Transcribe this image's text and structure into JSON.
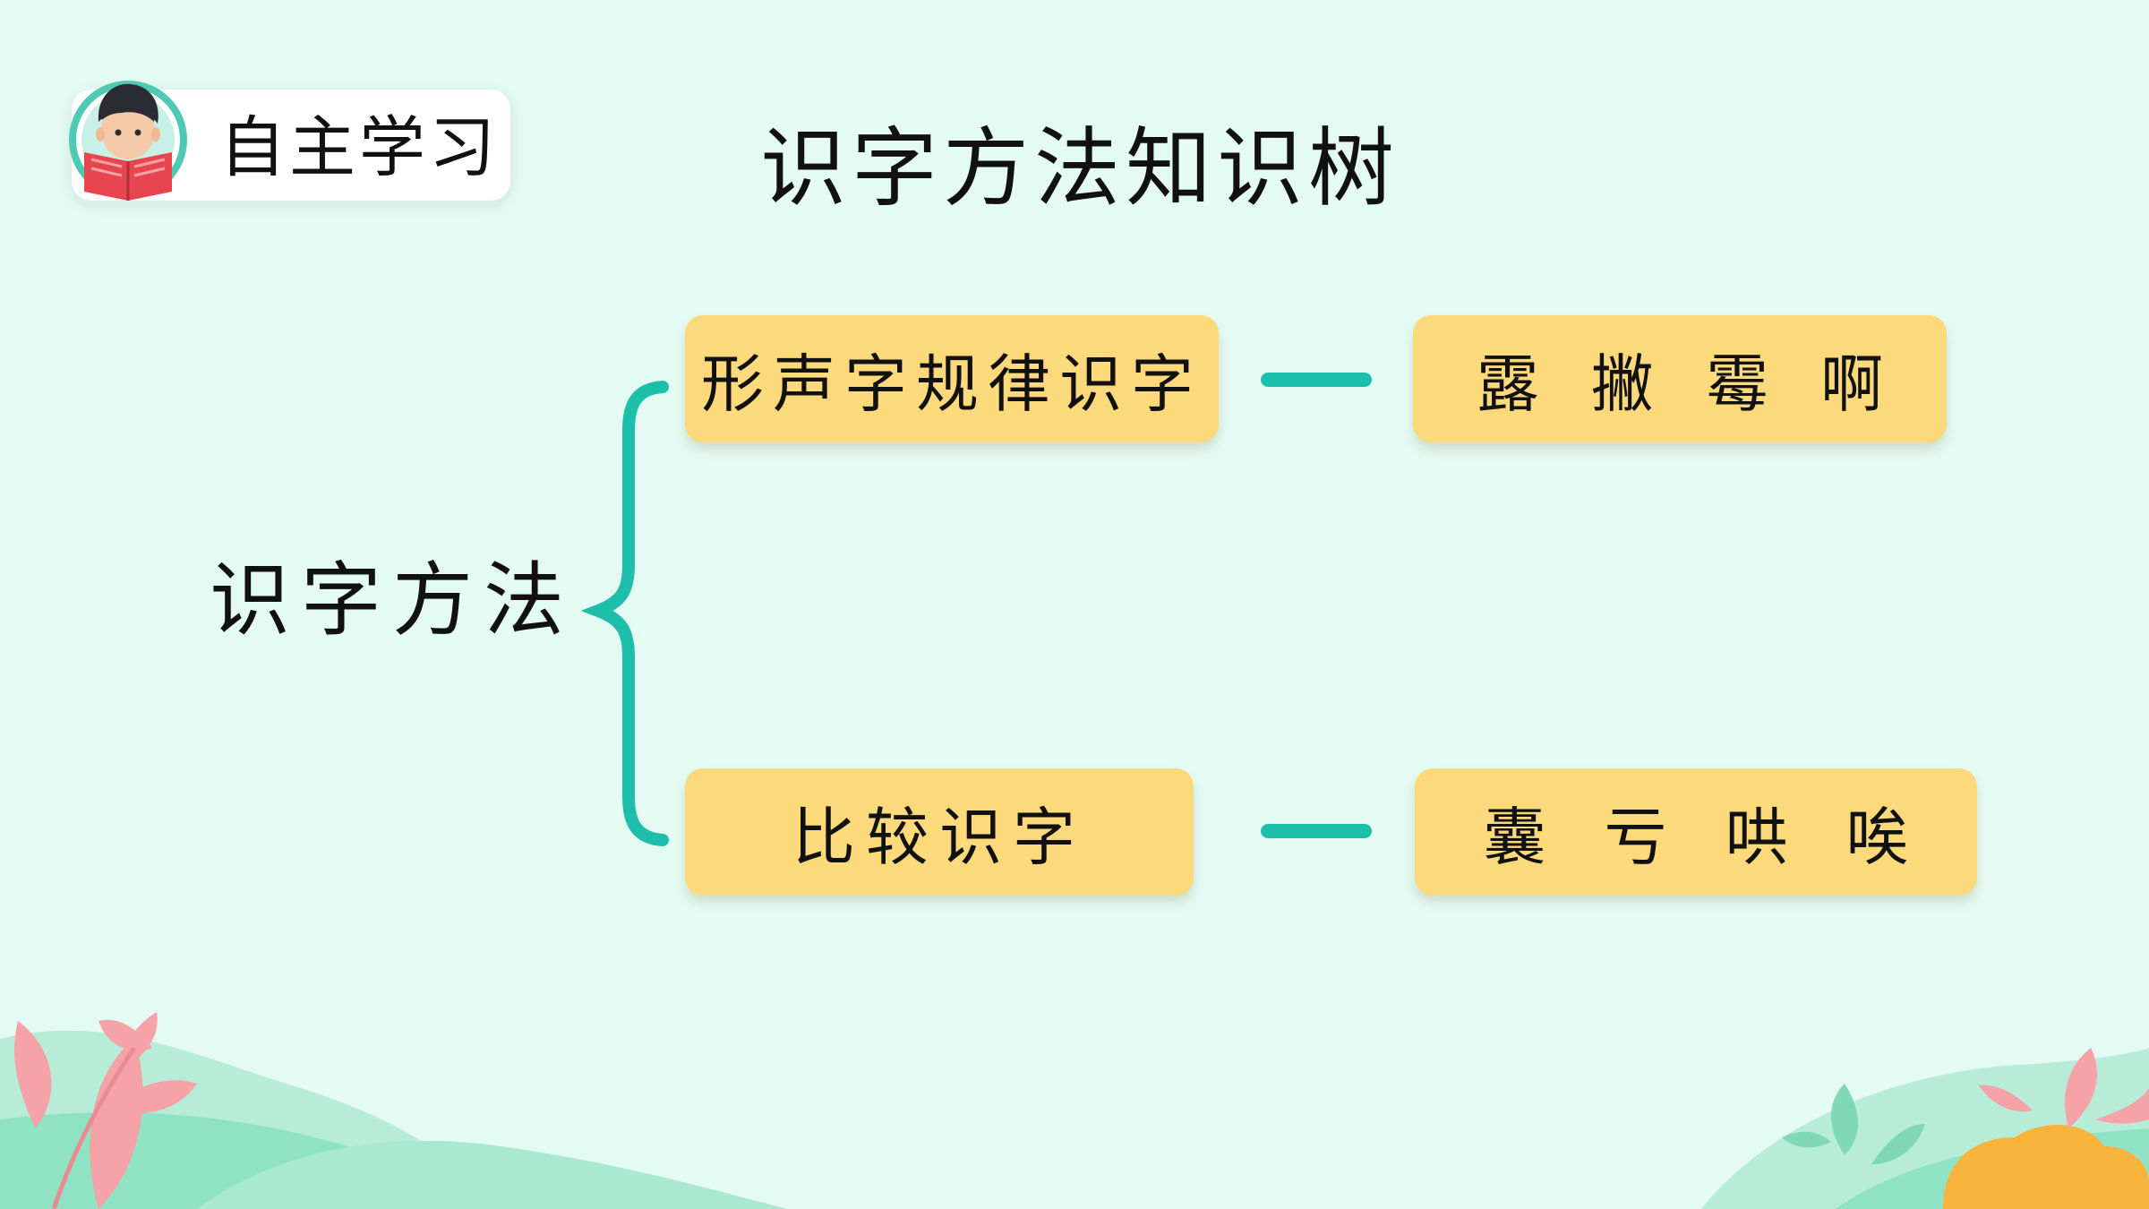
{
  "header": {
    "badge_label": "自主学习",
    "title": "识字方法知识树"
  },
  "tree": {
    "root": "识字方法",
    "branches": [
      {
        "method": "形声字规律识字",
        "chars": [
          "露",
          "撇",
          "霉",
          "啊"
        ]
      },
      {
        "method": "比较识字",
        "chars": [
          "囊",
          "亏",
          "哄",
          "唉"
        ]
      }
    ]
  },
  "colors": {
    "background": "#e4fbf3",
    "box": "#fcd97b",
    "connector": "#1dbfaa"
  }
}
